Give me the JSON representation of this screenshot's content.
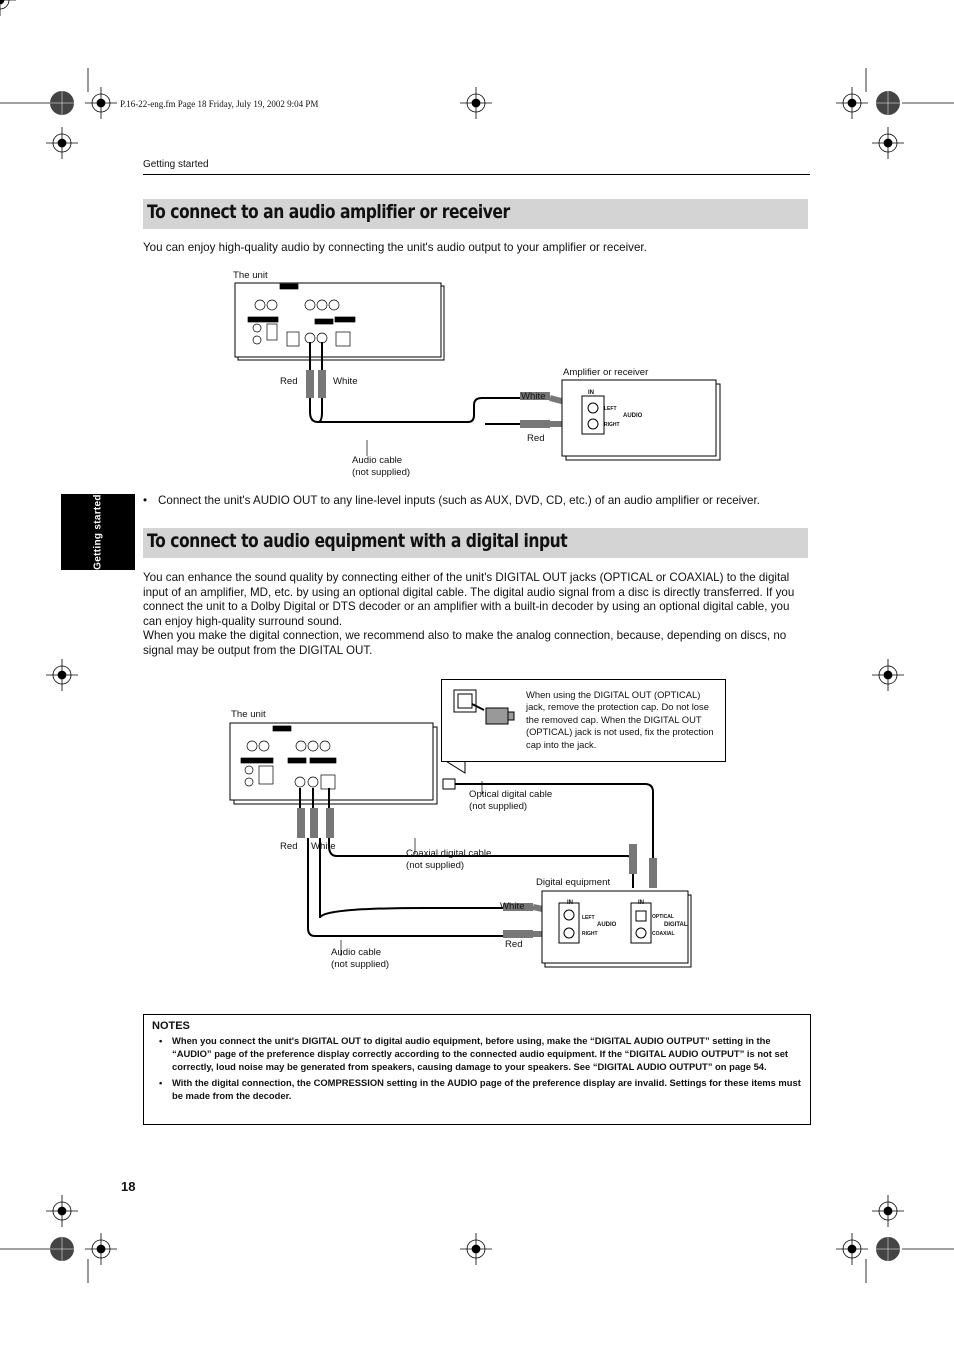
{
  "print_header": "P.16-22-eng.fm  Page 18  Friday, July 19, 2002  9:04 PM",
  "section_header": "Getting started",
  "side_tab": "Getting started",
  "page_number": "18",
  "section1": {
    "title": "To connect to an audio amplifier or receiver",
    "intro": "You can enjoy high-quality audio by connecting the unit's audio output to your amplifier or receiver.",
    "diagram": {
      "the_unit": "The unit",
      "amplifier": "Amplifier or receiver",
      "red": "Red",
      "white": "White",
      "white_right": "White",
      "red_right": "Red",
      "cable": "Audio cable",
      "cable_note": "(not supplied)",
      "in": "IN",
      "left": "LEFT",
      "right": "RIGHT",
      "audio": "AUDIO"
    },
    "bullet": "Connect the unit's AUDIO OUT to any line-level inputs (such as AUX, DVD, CD, etc.) of an audio amplifier or receiver."
  },
  "section2": {
    "title": "To connect to audio equipment with a digital input",
    "para1": "You can enhance the sound quality by connecting either of the unit's DIGITAL OUT jacks (OPTICAL or COAXIAL) to the digital input of an amplifier, MD, etc. by using an optional digital cable. The digital audio signal from a disc is directly transferred. If you connect the unit to a Dolby Digital or DTS decoder or an amplifier with a built-in decoder by using an optional digital cable, you can enjoy high-quality surround sound.",
    "para2": "When you make the digital connection, we recommend also to make the analog connection, because, depending on discs, no signal may be output from the DIGITAL OUT.",
    "diagram": {
      "the_unit": "The unit",
      "callout": "When using the DIGITAL OUT (OPTICAL) jack, remove the protection cap. Do not lose the removed cap. When the DIGITAL OUT (OPTICAL) jack is not used, fix the protection cap into the jack.",
      "optical_cable": "Optical digital cable",
      "optical_note": "(not supplied)",
      "coaxial_cable": "Coaxial digital cable",
      "coaxial_note": "(not supplied)",
      "red": "Red",
      "white": "White",
      "digital_equipment": "Digital equipment",
      "white_right": "White",
      "red_right": "Red",
      "audio_cable": "Audio cable",
      "audio_note": "(not supplied)",
      "in": "IN",
      "left": "LEFT",
      "right": "RIGHT",
      "audio": "AUDIO",
      "optical": "OPTICAL",
      "coaxial": "COAXIAL",
      "digital": "DIGITAL"
    }
  },
  "notes": {
    "heading": "NOTES",
    "items": [
      "When you connect the unit's DIGITAL OUT to digital audio equipment, before using, make the “DIGITAL AUDIO OUTPUT” setting in the “AUDIO” page of the preference display correctly according to the connected audio equipment. If the “DIGITAL AUDIO OUTPUT” is not set correctly, loud noise may be generated from speakers, causing damage to your speakers.  See “DIGITAL AUDIO OUTPUT” on page 54.",
      "With the digital connection, the COMPRESSION setting in the AUDIO page of the preference display are invalid. Settings for these items must be made from the decoder."
    ]
  }
}
